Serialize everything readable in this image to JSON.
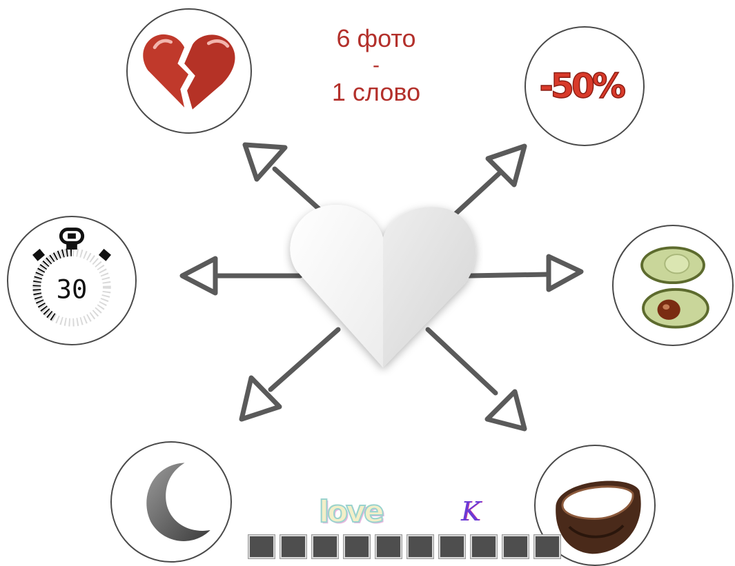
{
  "title": {
    "line1": "6 фото",
    "line2": "-",
    "line3": "1 слово"
  },
  "photos": [
    {
      "name": "broken-heart-photo",
      "icon": "broken-heart-icon"
    },
    {
      "name": "discount-photo",
      "icon": "discount-50-icon",
      "text": "-50%"
    },
    {
      "name": "stopwatch-photo",
      "icon": "stopwatch-icon",
      "text": "30"
    },
    {
      "name": "avocado-photo",
      "icon": "avocado-icon"
    },
    {
      "name": "moon-photo",
      "icon": "crescent-moon-icon"
    },
    {
      "name": "coconut-photo",
      "icon": "coconut-icon"
    }
  ],
  "hints": {
    "word": "love",
    "letter": "K"
  },
  "answer": {
    "slot_count": 10
  },
  "colors": {
    "title": "#b3302b",
    "arrows": "#5a5a5a",
    "slot": "#4e4e4e"
  }
}
